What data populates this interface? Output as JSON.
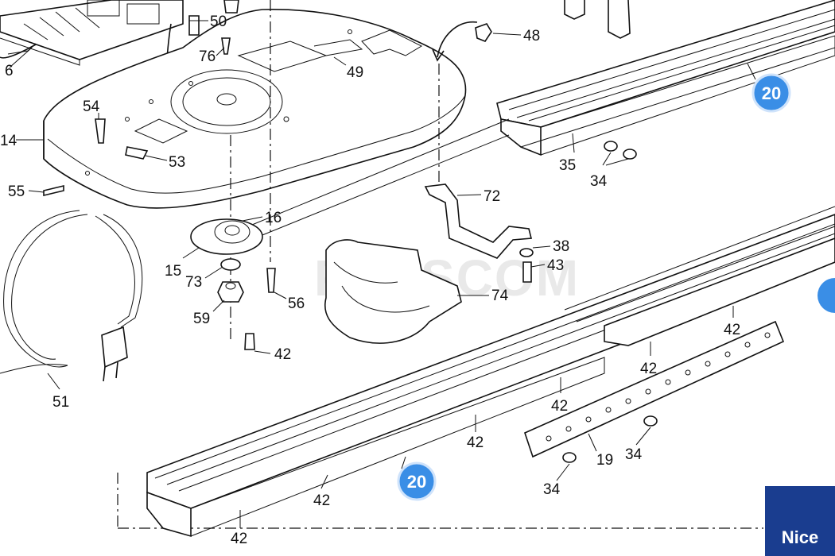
{
  "diagram": {
    "part_labels": [
      {
        "id": "p6",
        "text": "6"
      },
      {
        "id": "p50",
        "text": "50"
      },
      {
        "id": "p76",
        "text": "76"
      },
      {
        "id": "p48",
        "text": "48"
      },
      {
        "id": "p49",
        "text": "49"
      },
      {
        "id": "p54",
        "text": "54"
      },
      {
        "id": "p14",
        "text": "14"
      },
      {
        "id": "p53",
        "text": "53"
      },
      {
        "id": "p55",
        "text": "55"
      },
      {
        "id": "p16",
        "text": "16"
      },
      {
        "id": "p15",
        "text": "15"
      },
      {
        "id": "p73",
        "text": "73"
      },
      {
        "id": "p59",
        "text": "59"
      },
      {
        "id": "p56",
        "text": "56"
      },
      {
        "id": "p42a",
        "text": "42"
      },
      {
        "id": "p72",
        "text": "72"
      },
      {
        "id": "p38",
        "text": "38"
      },
      {
        "id": "p43",
        "text": "43"
      },
      {
        "id": "p74",
        "text": "74"
      },
      {
        "id": "p35",
        "text": "35"
      },
      {
        "id": "p34a",
        "text": "34"
      },
      {
        "id": "p51",
        "text": "51"
      },
      {
        "id": "p42b",
        "text": "42"
      },
      {
        "id": "p42c",
        "text": "42"
      },
      {
        "id": "p42d",
        "text": "42"
      },
      {
        "id": "p42e",
        "text": "42"
      },
      {
        "id": "p42f",
        "text": "42"
      },
      {
        "id": "p42g",
        "text": "42"
      },
      {
        "id": "p19",
        "text": "19"
      },
      {
        "id": "p34b",
        "text": "34"
      },
      {
        "id": "p34c",
        "text": "34"
      }
    ],
    "badges": [
      {
        "id": "b1",
        "text": "20",
        "color": "#3a8ee6"
      },
      {
        "id": "b2",
        "text": "20",
        "color": "#3a8ee6"
      }
    ],
    "watermark": "PLUSCOM",
    "brand_logo": "Nice",
    "brand_color": "#1a3d8f"
  }
}
